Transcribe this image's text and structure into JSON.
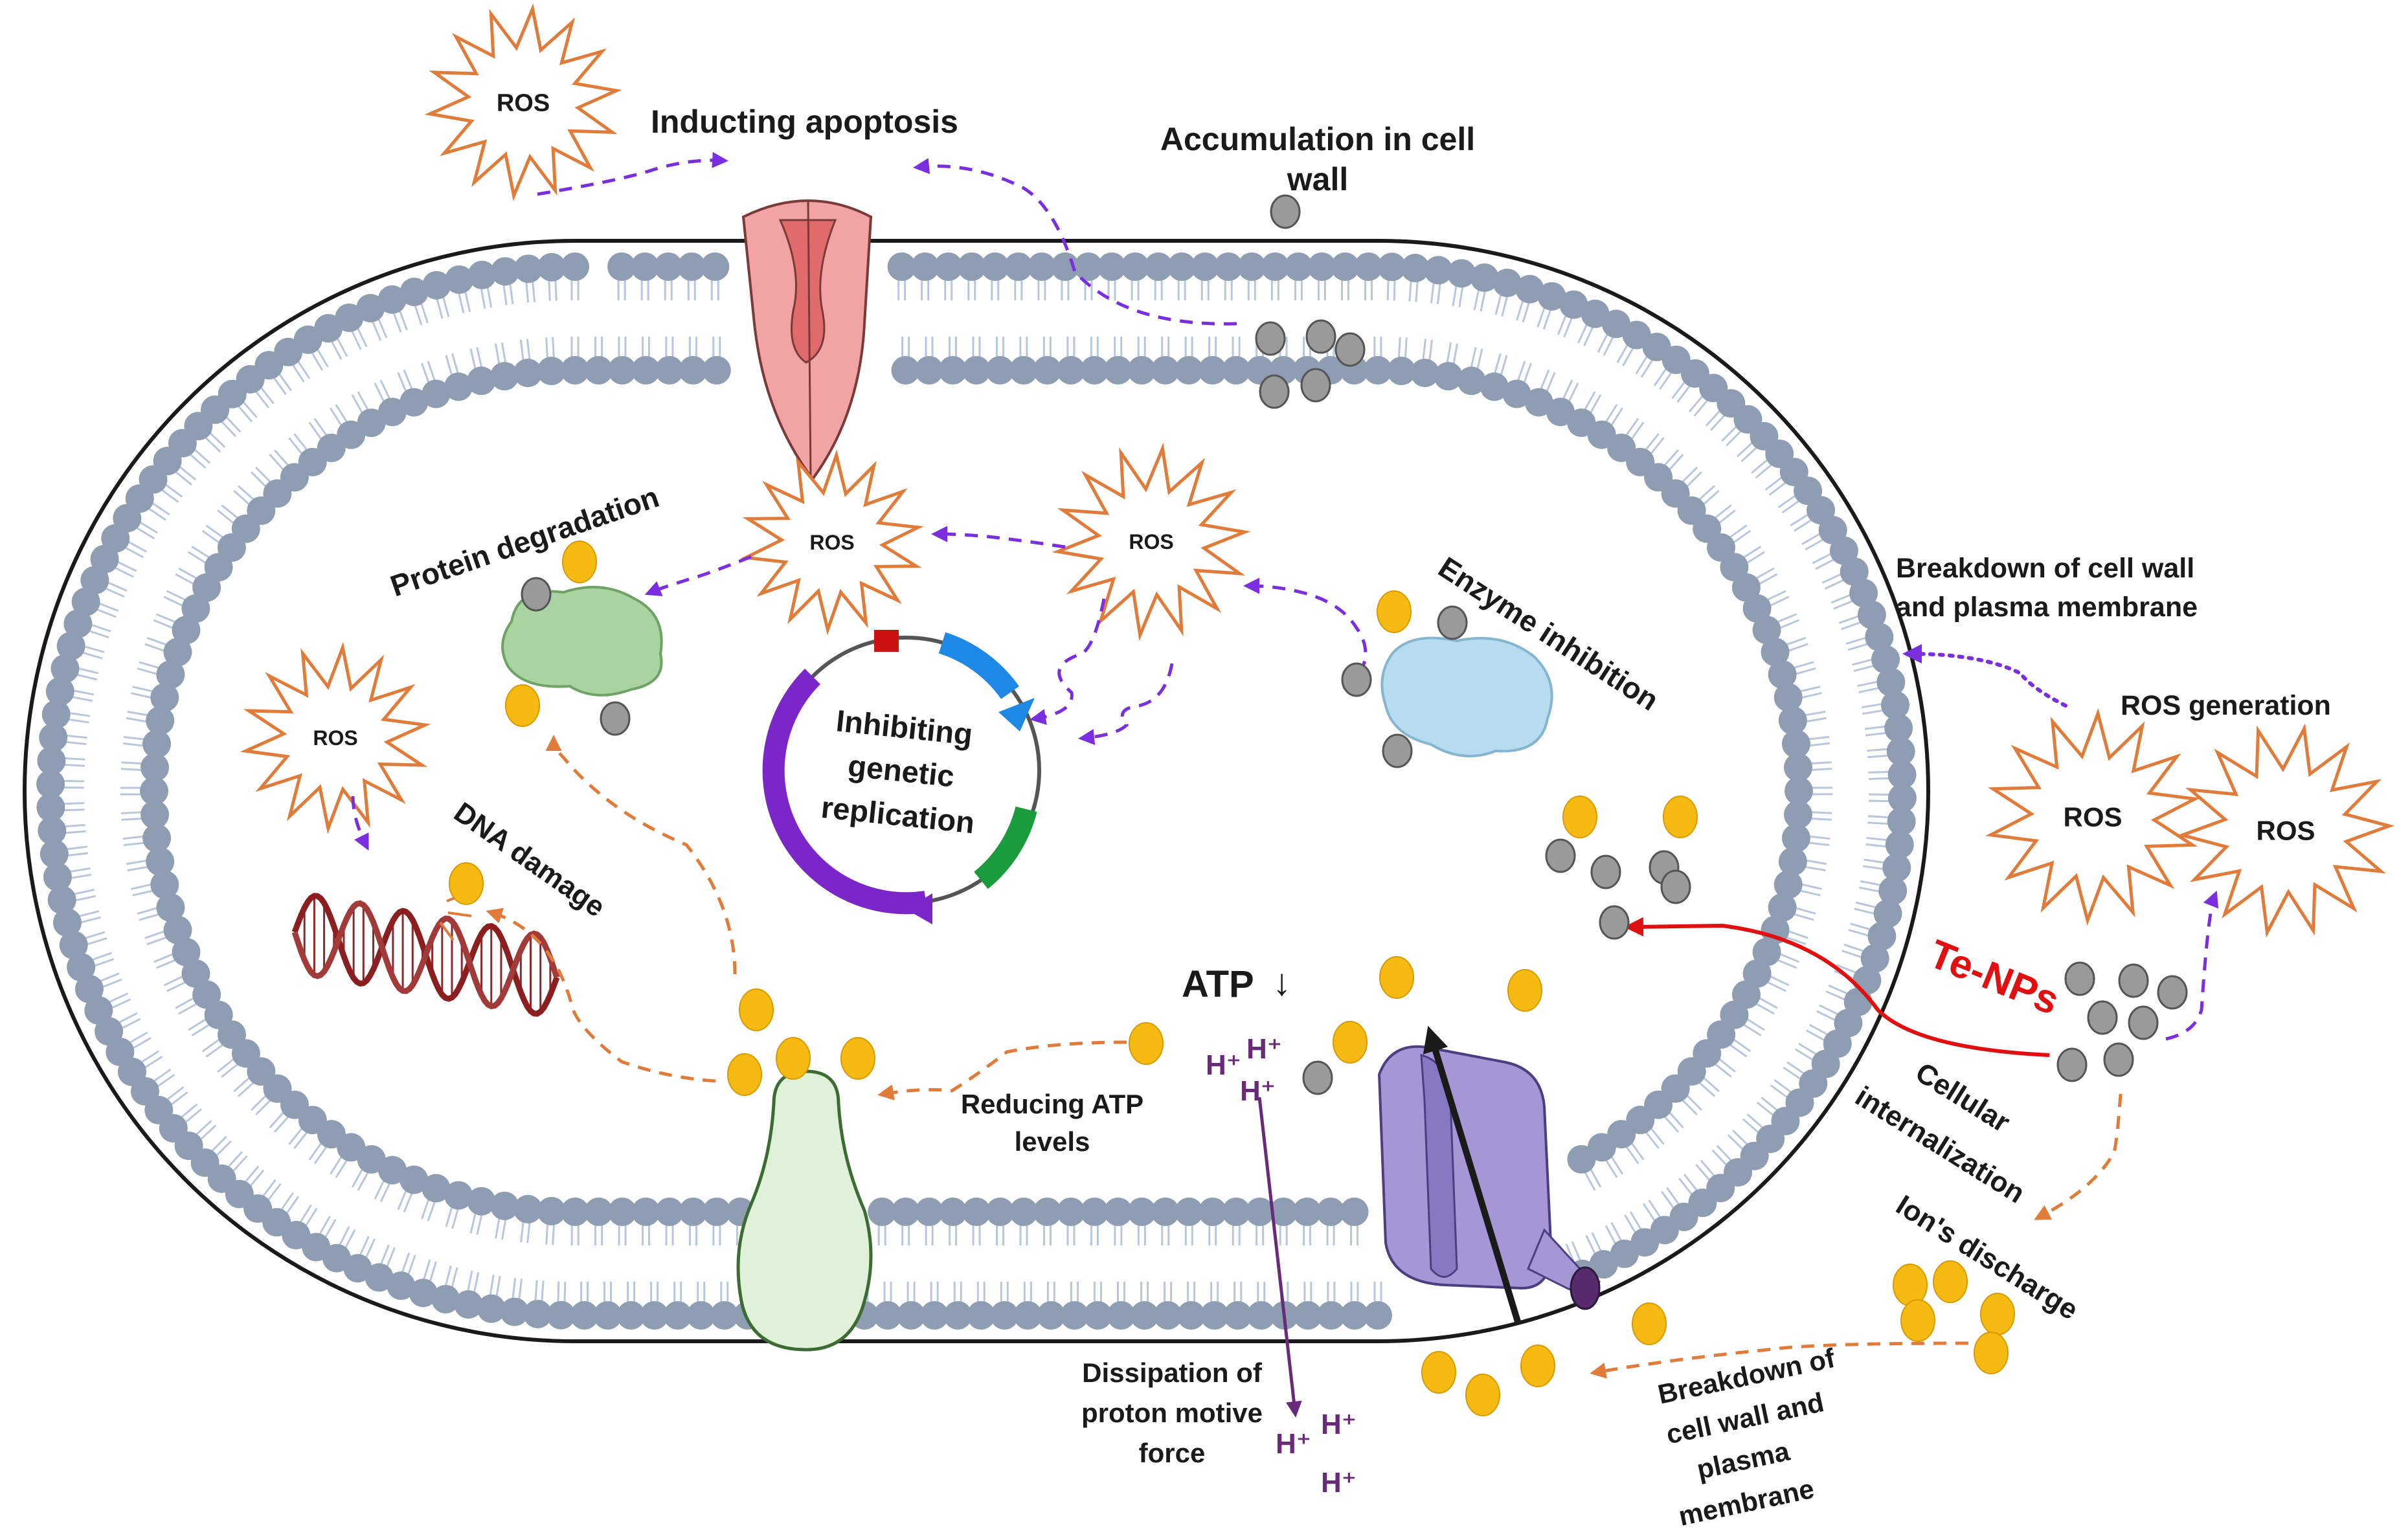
{
  "labels": {
    "inducing_apoptosis": "Inducting apoptosis",
    "accumulation_line1": "Accumulation in cell",
    "accumulation_line2": "wall",
    "protein_degradation": "Protein degradation",
    "enzyme_inhibition": "Enzyme inhibition",
    "breakdown_right_line1": "Breakdown of cell wall",
    "breakdown_right_line2": "and plasma membrane",
    "ros_generation": "ROS generation",
    "inhibiting_line1": "Inhibiting",
    "inhibiting_line2": "genetic",
    "inhibiting_line3": "replication",
    "dna_damage": "DNA damage",
    "te_nps": "Te-NPs",
    "atp": "ATP",
    "atp_arrow": "↓",
    "reducing_line1": "Reducing ATP",
    "reducing_line2": "levels",
    "cellular_line1": "Cellular",
    "cellular_line2": "internalization",
    "ions_discharge": "Ion's discharge",
    "dissipation_line1": "Dissipation of",
    "dissipation_line2": "proton motive",
    "dissipation_line3": "force",
    "breakdown_bottom_line1": "Breakdown of",
    "breakdown_bottom_line2": "cell wall and",
    "breakdown_bottom_line3": "plasma",
    "breakdown_bottom_line4": "membrane",
    "h_plus": "H⁺"
  },
  "ros_label": "ROS",
  "colors": {
    "ros_outline": "#e07b39",
    "purple_arrow": "#7a2ee0",
    "orange_arrow": "#e07b39",
    "te_nps": "#e01010",
    "lipid_head": "#8f9db3",
    "lipid_tail": "#b9c7dd",
    "gold": "#f5bb12",
    "gray_np": "#9a9a9a",
    "proton": "#6a2a7a"
  }
}
